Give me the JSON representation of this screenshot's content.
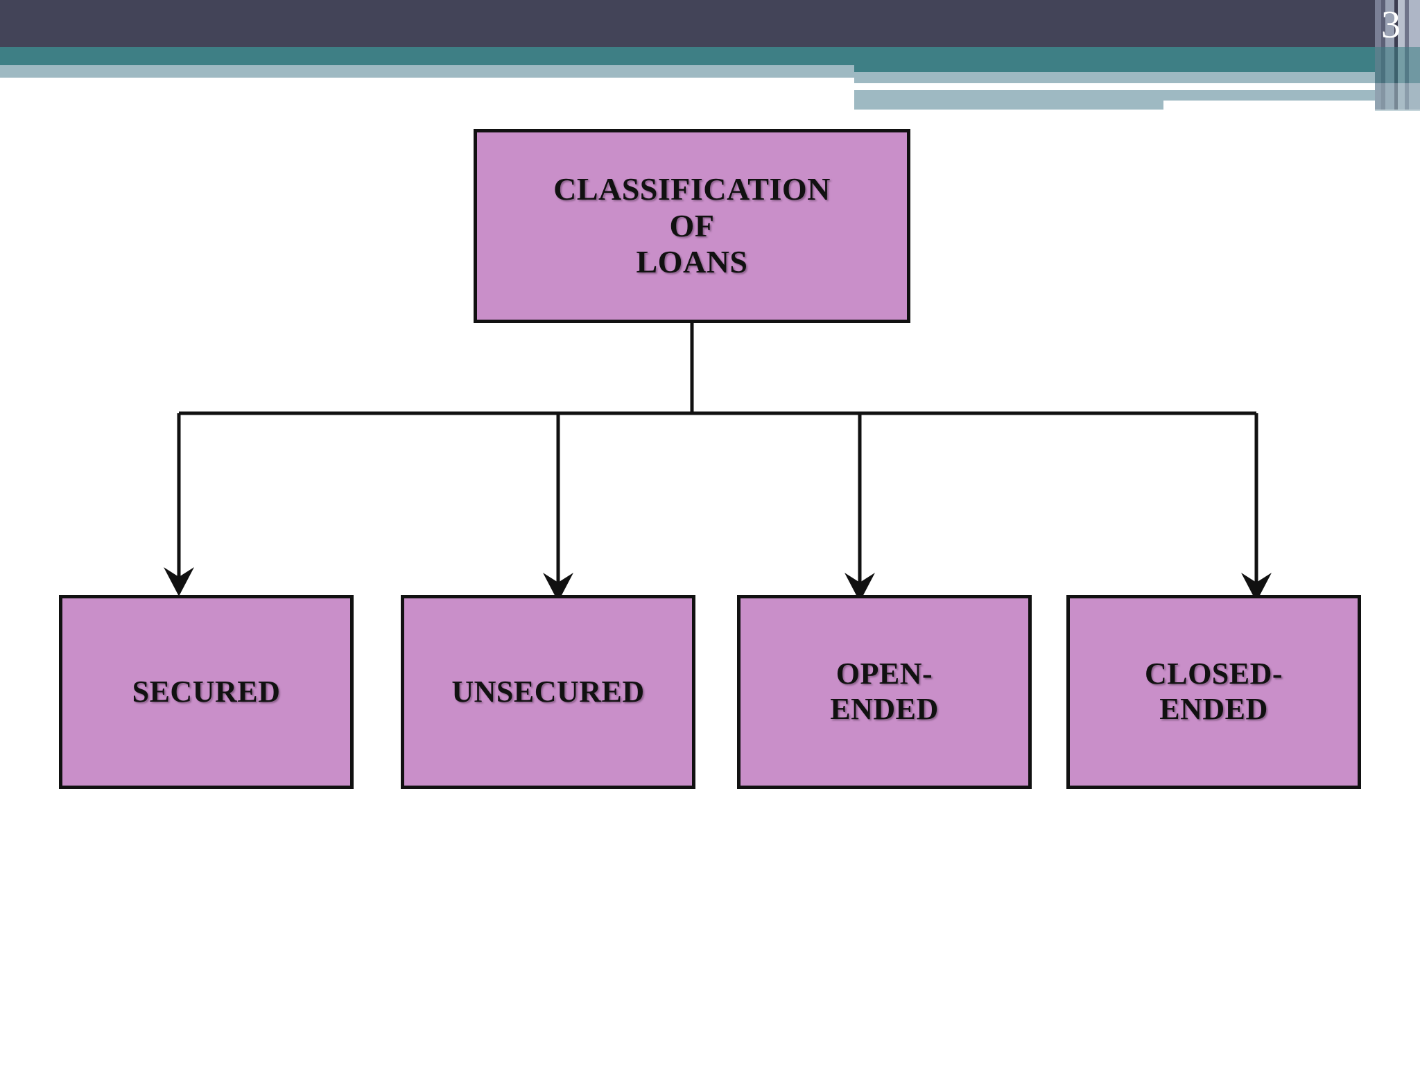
{
  "slide": {
    "page_number": "3",
    "theme": {
      "header_dark": "#434458",
      "header_teal": "#3e7f85",
      "header_lightblue": "#9eb9c2",
      "node_fill": "#c98fc9",
      "node_border": "#111111",
      "background": "#ffffff"
    }
  },
  "diagram": {
    "type": "hierarchy-tree",
    "root": {
      "label_line1": "CLASSIFICATION",
      "label_line2": "OF",
      "label_line3": "LOANS"
    },
    "children": [
      {
        "label_line1": "SECURED",
        "label_line2": ""
      },
      {
        "label_line1": "UNSECURED",
        "label_line2": ""
      },
      {
        "label_line1": "OPEN-",
        "label_line2": "ENDED"
      },
      {
        "label_line1": "CLOSED-",
        "label_line2": "ENDED"
      }
    ]
  }
}
